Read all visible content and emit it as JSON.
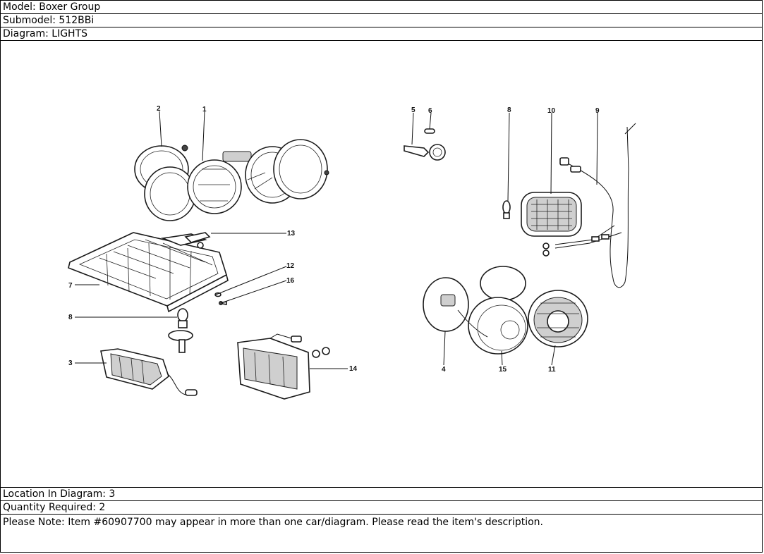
{
  "header": {
    "model": "Model: Boxer Group",
    "submodel": "Submodel: 512BBi",
    "diagram": "Diagram: LIGHTS"
  },
  "diagram": {
    "callouts": [
      "1",
      "2",
      "3",
      "4",
      "5",
      "6",
      "7",
      "8",
      "8",
      "9",
      "10",
      "11",
      "12",
      "13",
      "14",
      "15",
      "16"
    ]
  },
  "footer": {
    "location": "Location In Diagram: 3",
    "quantity": "Quantity Required: 2",
    "note": "Please Note: Item #60907700 may appear in more than one car/diagram. Please read the item's description."
  }
}
